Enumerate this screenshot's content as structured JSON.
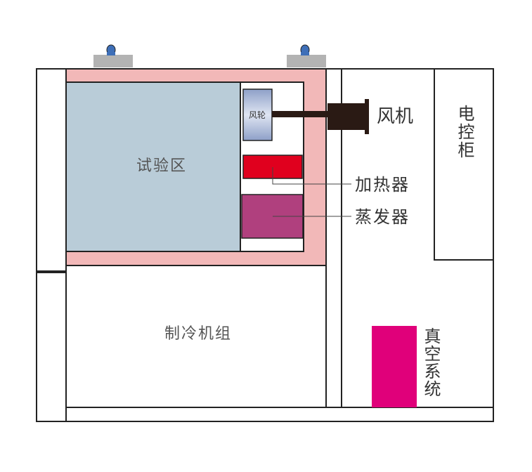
{
  "labels": {
    "test_zone": "试验区",
    "fan_wheel": "风轮",
    "fan_motor": "风机",
    "heater": "加热器",
    "evaporator": "蒸发器",
    "control_cabinet": "电控柜",
    "refrigeration_unit": "制冷机组",
    "vacuum_system": "真空系统"
  },
  "colors": {
    "chamber_lining": "#f2b8b8",
    "test_zone": "#b9ccd8",
    "heater": "#e0001e",
    "evaporator": "#b0407e",
    "vacuum_system": "#e0007a",
    "fan_motor": "#2a1a14",
    "lamp": "#3e6fb8",
    "outline": "#222222",
    "label_text": "#333333"
  }
}
